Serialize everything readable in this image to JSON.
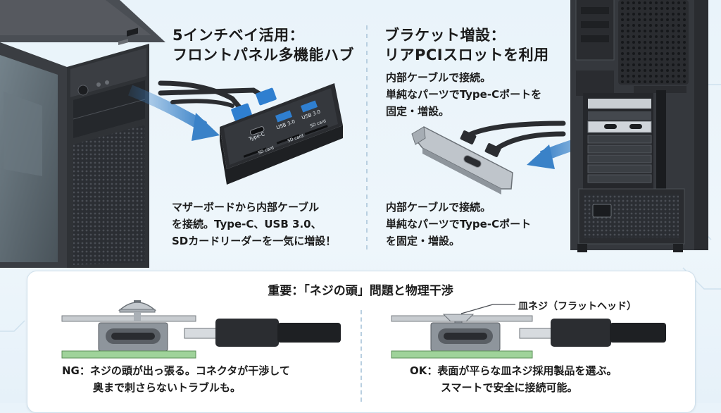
{
  "left": {
    "title_line1": "5インチベイ活用：",
    "title_line2": "フロントパネル多機能ハブ",
    "body_line1": "マザーボードから内部ケーブル",
    "body_line2": "を接続。Type-C、USB 3.0、",
    "body_line3": "SDカードリーダーを一気に増設！",
    "panel_labels": {
      "typec": "Type-C",
      "usb1": "USB 3.0",
      "usb2": "USB 3.0",
      "sd1": "SD card",
      "sd2": "SD card",
      "sd3": "SD card"
    }
  },
  "right": {
    "title_line1": "ブラケット増設：",
    "title_line2": "リアPCIスロットを利用",
    "upper_line1": "内部ケーブルで接続。",
    "upper_line2": "単純なパーツでType-Cポートを",
    "upper_line3": "固定・増設。",
    "lower_line1": "内部ケーブルで接続。",
    "lower_line2": "単純なパーツでType-Cポート",
    "lower_line3": "を固定・増設。"
  },
  "bottom": {
    "heading": "重要：「ネジの頭」問題と物理干渉",
    "callout": "皿ネジ（フラットヘッド）",
    "ng_line1": "NG：ネジの頭が出っ張る。コネクタが干渉して",
    "ng_line2": "奥まで刺さらないトラブルも。",
    "ok_line1": "OK：表面が平らな皿ネジ採用製品を選ぶ。",
    "ok_line2": "スマートで安全に接続可能。"
  },
  "colors": {
    "arrow": "#3a82c8",
    "case": "#3a3d42",
    "board_green": "#9fd39a",
    "accent_usb": "#2f7fd0"
  }
}
